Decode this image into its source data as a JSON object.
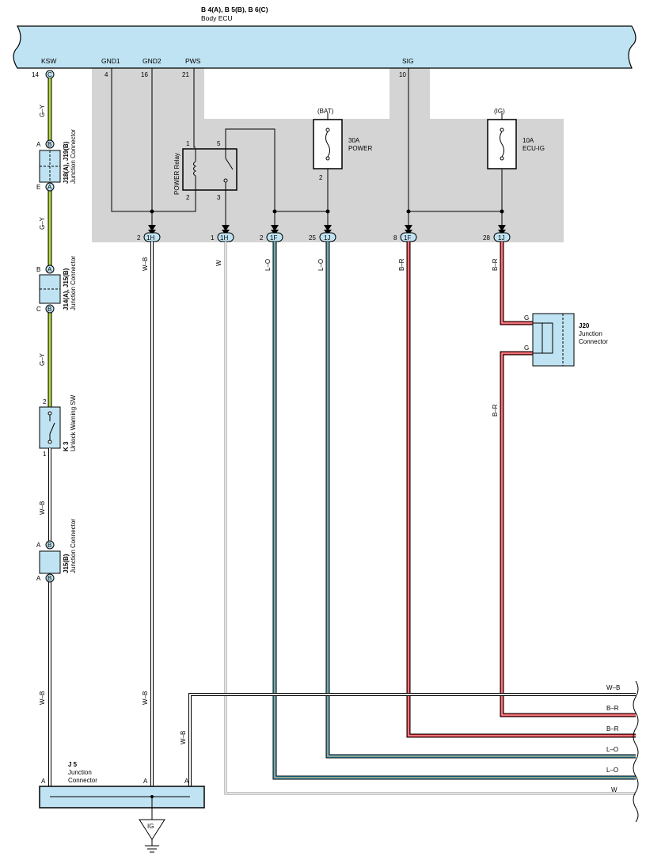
{
  "ecu": {
    "connectors": "B 4(A), B 5(B), B 6(C)",
    "name": "Body ECU"
  },
  "ecu_terminals": {
    "ksw": {
      "label": "KSW",
      "pin": "14",
      "conn": "C"
    },
    "gnd1": {
      "label": "GND1",
      "pin": "4"
    },
    "gnd2": {
      "label": "GND2",
      "pin": "16"
    },
    "pws": {
      "label": "PWS",
      "pin": "21"
    },
    "sig": {
      "label": "SIG",
      "pin": "10"
    }
  },
  "relay": {
    "name": "POWER Relay",
    "pins": [
      "1",
      "5",
      "2",
      "3"
    ]
  },
  "fuse_bat": {
    "source": "(BAT)",
    "rating": "30A",
    "name": "POWER",
    "pin": "2"
  },
  "fuse_ig": {
    "source": "(IG)",
    "rating": "10A",
    "name": "ECU-IG"
  },
  "jb_pins": [
    {
      "pin": "2",
      "conn": "1H"
    },
    {
      "pin": "1",
      "conn": "1H"
    },
    {
      "pin": "2",
      "conn": "1F"
    },
    {
      "pin": "25",
      "conn": "1J"
    },
    {
      "pin": "8",
      "conn": "1F"
    },
    {
      "pin": "28",
      "conn": "1J"
    }
  ],
  "left_components": {
    "j18": {
      "id": "J18(A), J19(B)",
      "name": "Junction Connector",
      "pin_top": "A",
      "conn_top": "B",
      "pin_bottom": "E",
      "conn_bottom": "A"
    },
    "j14": {
      "id": "J14(A), J15(B)",
      "name": "Junction Connector",
      "pin_top": "B",
      "conn_top": "A",
      "pin_bottom": "C",
      "conn_bottom": "B"
    },
    "k3": {
      "id": "K 3",
      "name": "Unlock Warning SW",
      "pin_top": "2",
      "pin_bottom": "1"
    },
    "j15": {
      "id": "J15(B)",
      "name": "Junction Connector",
      "pin_top": "A",
      "conn_top": "B",
      "pin_bottom": "A",
      "conn_bottom": "B"
    }
  },
  "j20": {
    "id": "J20",
    "name": "Junction Connector",
    "pin_in": "G",
    "pin_out": "G"
  },
  "j5": {
    "id": "J 5",
    "name": "Junction Connector",
    "pins": [
      "A",
      "A",
      "A"
    ]
  },
  "ground": {
    "label": "IG"
  },
  "wire_colors": {
    "gy": "G–Y",
    "wb": "W–B",
    "w": "W",
    "lo": "L–O",
    "br": "B–R"
  },
  "right_exits": [
    "W–B",
    "B–R",
    "B–R",
    "L–O",
    "L–O",
    "W"
  ],
  "colors": {
    "ecu_fill": "#bfe3f2",
    "shade": "#d4d4d4",
    "green": "#8ccc3c",
    "yellow": "#f0e040",
    "blue": "#2aa8e0",
    "orange": "#f0a040",
    "red": "#e0202a"
  }
}
